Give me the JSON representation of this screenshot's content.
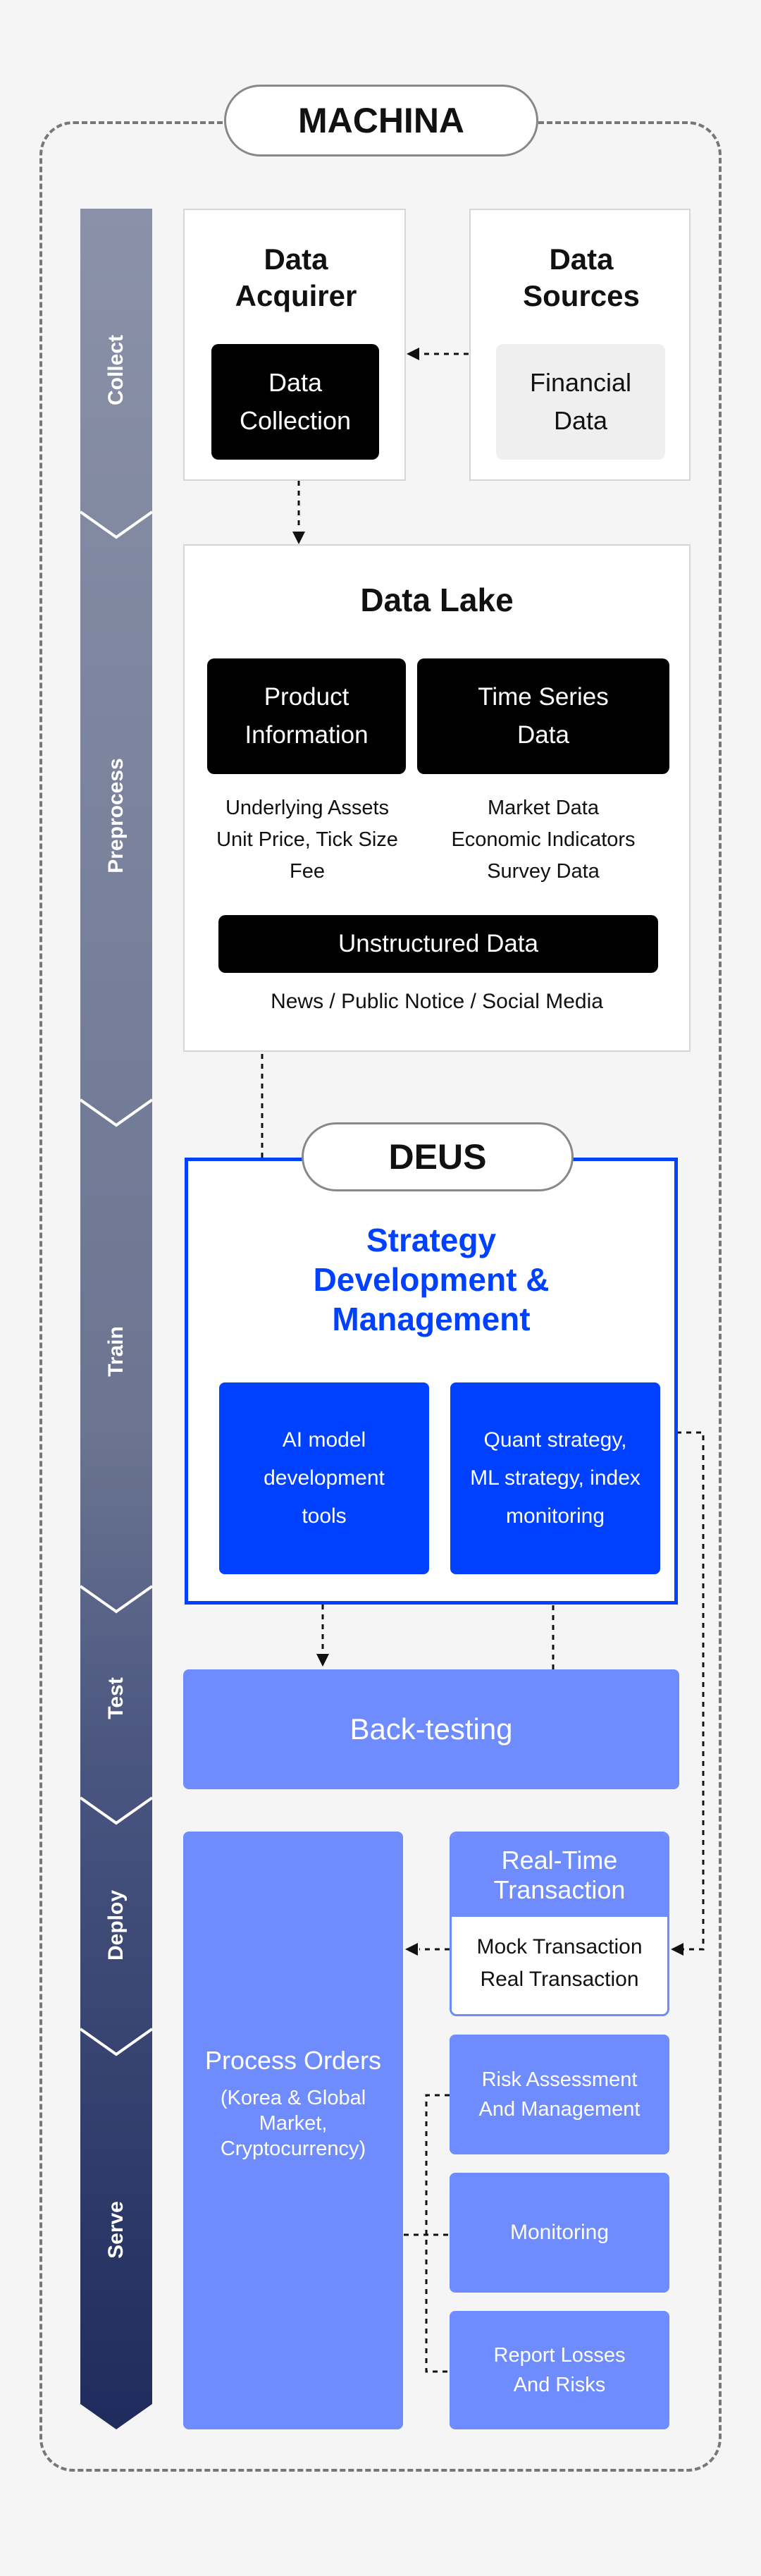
{
  "machina": {
    "title": "MACHINA"
  },
  "stages": [
    "Collect",
    "Preprocess",
    "Train",
    "Test",
    "Deploy",
    "Serve"
  ],
  "collect": {
    "acquirer_title": "Data Acquirer",
    "acquirer_box": "Data Collection",
    "sources_title": "Data Sources",
    "sources_box": "Financial Data"
  },
  "data_lake": {
    "title": "Data Lake",
    "product_box": "Product Information",
    "product_lines": [
      "Underlying Assets",
      "Unit Price, Tick Size",
      "Fee"
    ],
    "timeseries_box": "Time Series Data",
    "timeseries_lines": [
      "Market Data",
      "Economic Indicators",
      "Survey Data"
    ],
    "unstructured_box": "Unstructured Data",
    "unstructured_caption": "News /  Public Notice / Social Media"
  },
  "deus": {
    "title": "DEUS",
    "heading": "Strategy Development & Management",
    "ai_box": "AI model development tools",
    "quant_box": "Quant strategy, ML strategy, index monitoring"
  },
  "test": {
    "backtesting": "Back-testing"
  },
  "deploy": {
    "process_orders": "Process Orders",
    "process_orders_sub": "(Korea & Global Market, Cryptocurrency)",
    "realtime_title": "Real-Time Transaction",
    "realtime_lines": [
      "Mock Transaction",
      "Real Transaction"
    ]
  },
  "serve": {
    "risk": "Risk Assessment And Management",
    "monitoring": "Monitoring",
    "report": "Report Losses And Risks"
  },
  "colors": {
    "deus_blue": "#0040ff",
    "light_blue": "#6f8cff",
    "stage_collect": "#8890a6",
    "stage_serve": "#1f2d5c"
  }
}
